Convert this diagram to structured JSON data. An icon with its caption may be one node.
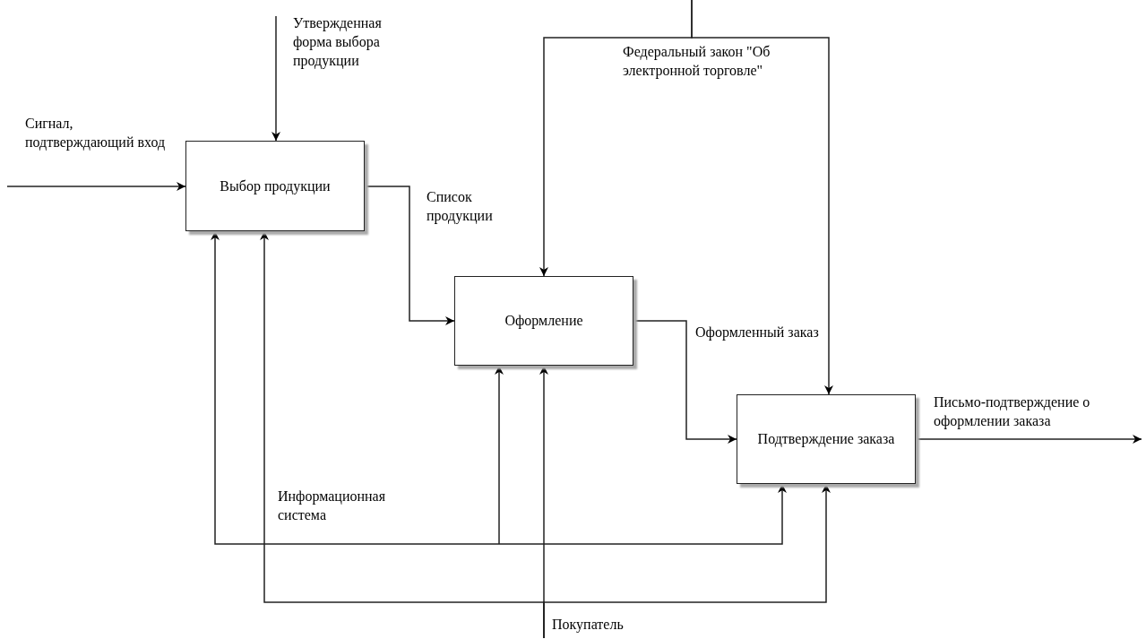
{
  "diagram": {
    "nodes": [
      {
        "text": [
          "Выбор продукции"
        ]
      },
      {
        "text": [
          "Оформление"
        ]
      },
      {
        "text": [
          "Подтверждение заказа"
        ]
      }
    ],
    "edges": [
      {
        "from": null,
        "to": 0,
        "arrow": "to",
        "label": "Сигнал, подтверждающий вход"
      },
      {
        "from": null,
        "to": 0,
        "arrow": "to",
        "label": "Утвержденная форма выбора продукции"
      },
      {
        "from": 0,
        "to": 1,
        "arrow": "to",
        "label": "Список продукции"
      },
      {
        "from": null,
        "to": 1,
        "arrow": "to",
        "label": "Федеральный закон \"Об электронной торговле\""
      },
      {
        "from": null,
        "to": 2,
        "arrow": "to"
      },
      {
        "from": 1,
        "to": 2,
        "arrow": "to",
        "label": "Оформленный заказ"
      },
      {
        "from": 2,
        "to": null,
        "arrow": "to",
        "label": "Письмо-подтверждение о оформлении заказа"
      },
      {
        "from": null,
        "to": 0,
        "arrow": "to",
        "label": "Информационная система"
      },
      {
        "from": null,
        "to": 1,
        "arrow": "to"
      },
      {
        "from": null,
        "to": 2,
        "arrow": "to"
      },
      {
        "from": null,
        "to": 1,
        "arrow": "to",
        "label": "Покупатель"
      },
      {
        "from": null,
        "to": 0,
        "arrow": "to"
      },
      {
        "from": null,
        "to": 2,
        "arrow": "to"
      }
    ]
  }
}
